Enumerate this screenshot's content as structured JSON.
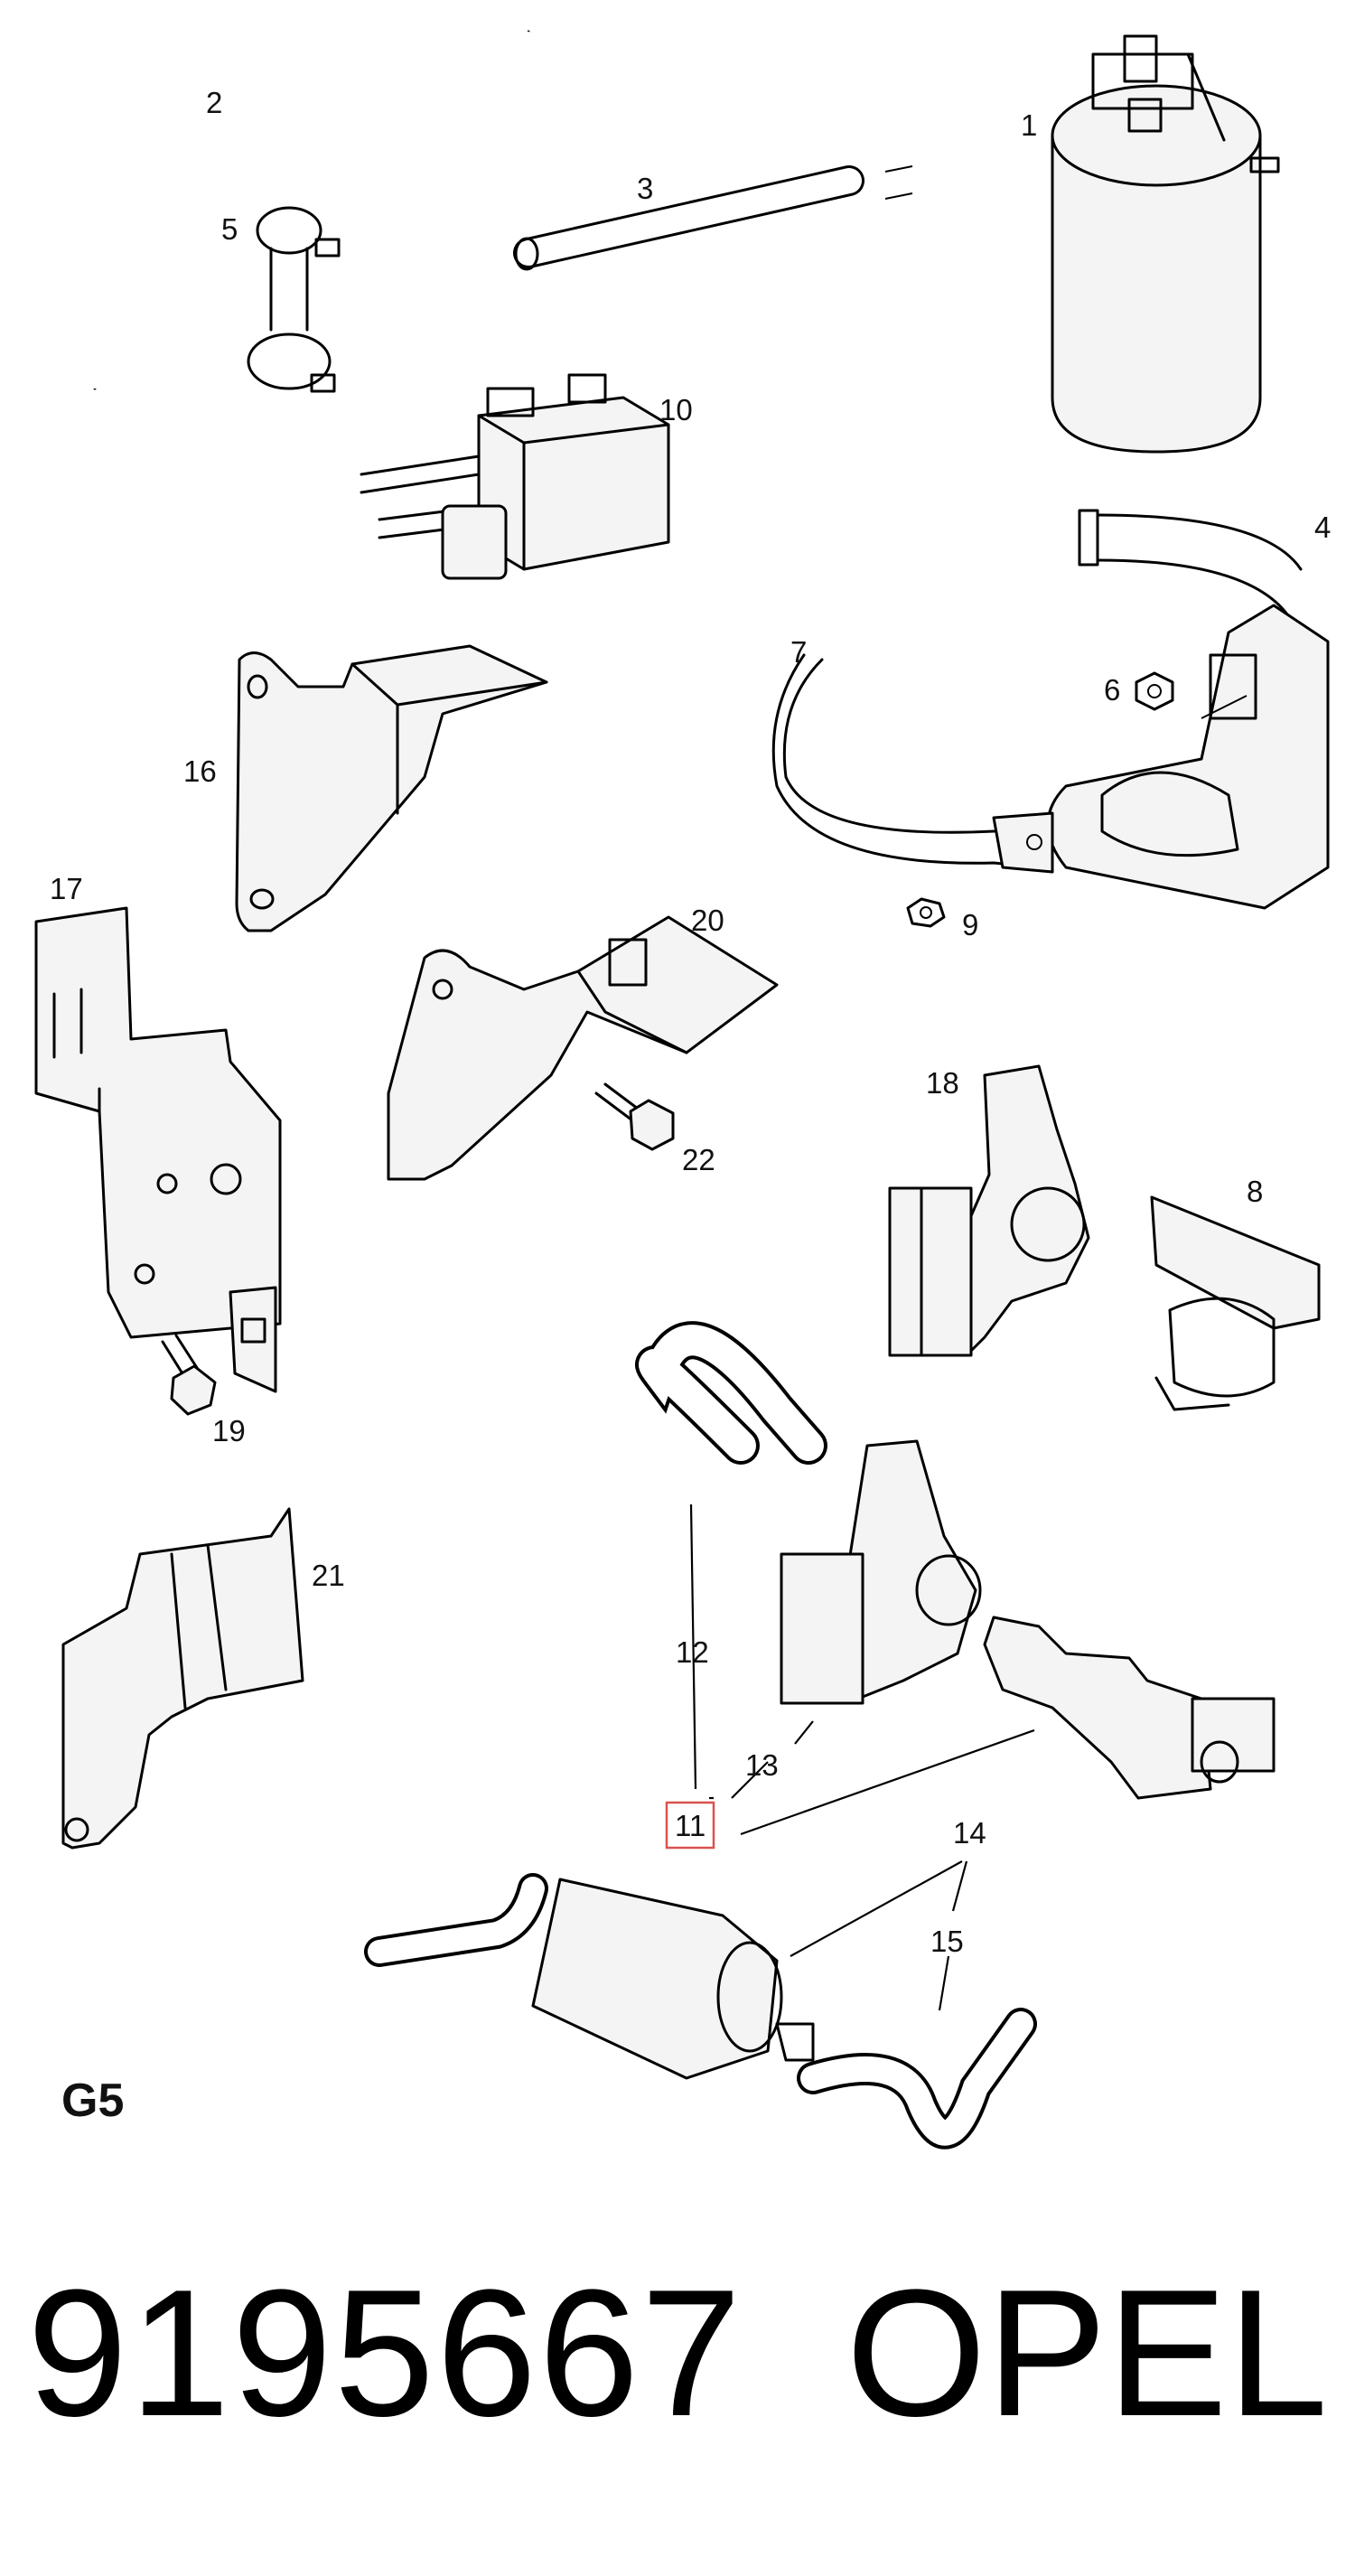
{
  "callouts": {
    "c1": "1",
    "c2": "2",
    "c3": "3",
    "c4": "4",
    "c5": "5",
    "c6": "6",
    "c7": "7",
    "c8": "8",
    "c9": "9",
    "c10": "10",
    "c11": "11",
    "c12": "12",
    "c13": "13",
    "c14": "14",
    "c15": "15",
    "c16": "16",
    "c17": "17",
    "c18": "18",
    "c19": "19",
    "c20": "20",
    "c21": "21",
    "c22": "22"
  },
  "highlighted_callout": "11",
  "highlight_color": "#d9534f",
  "section_label": "G5",
  "part_number": "9195667",
  "brand": "OPEL"
}
